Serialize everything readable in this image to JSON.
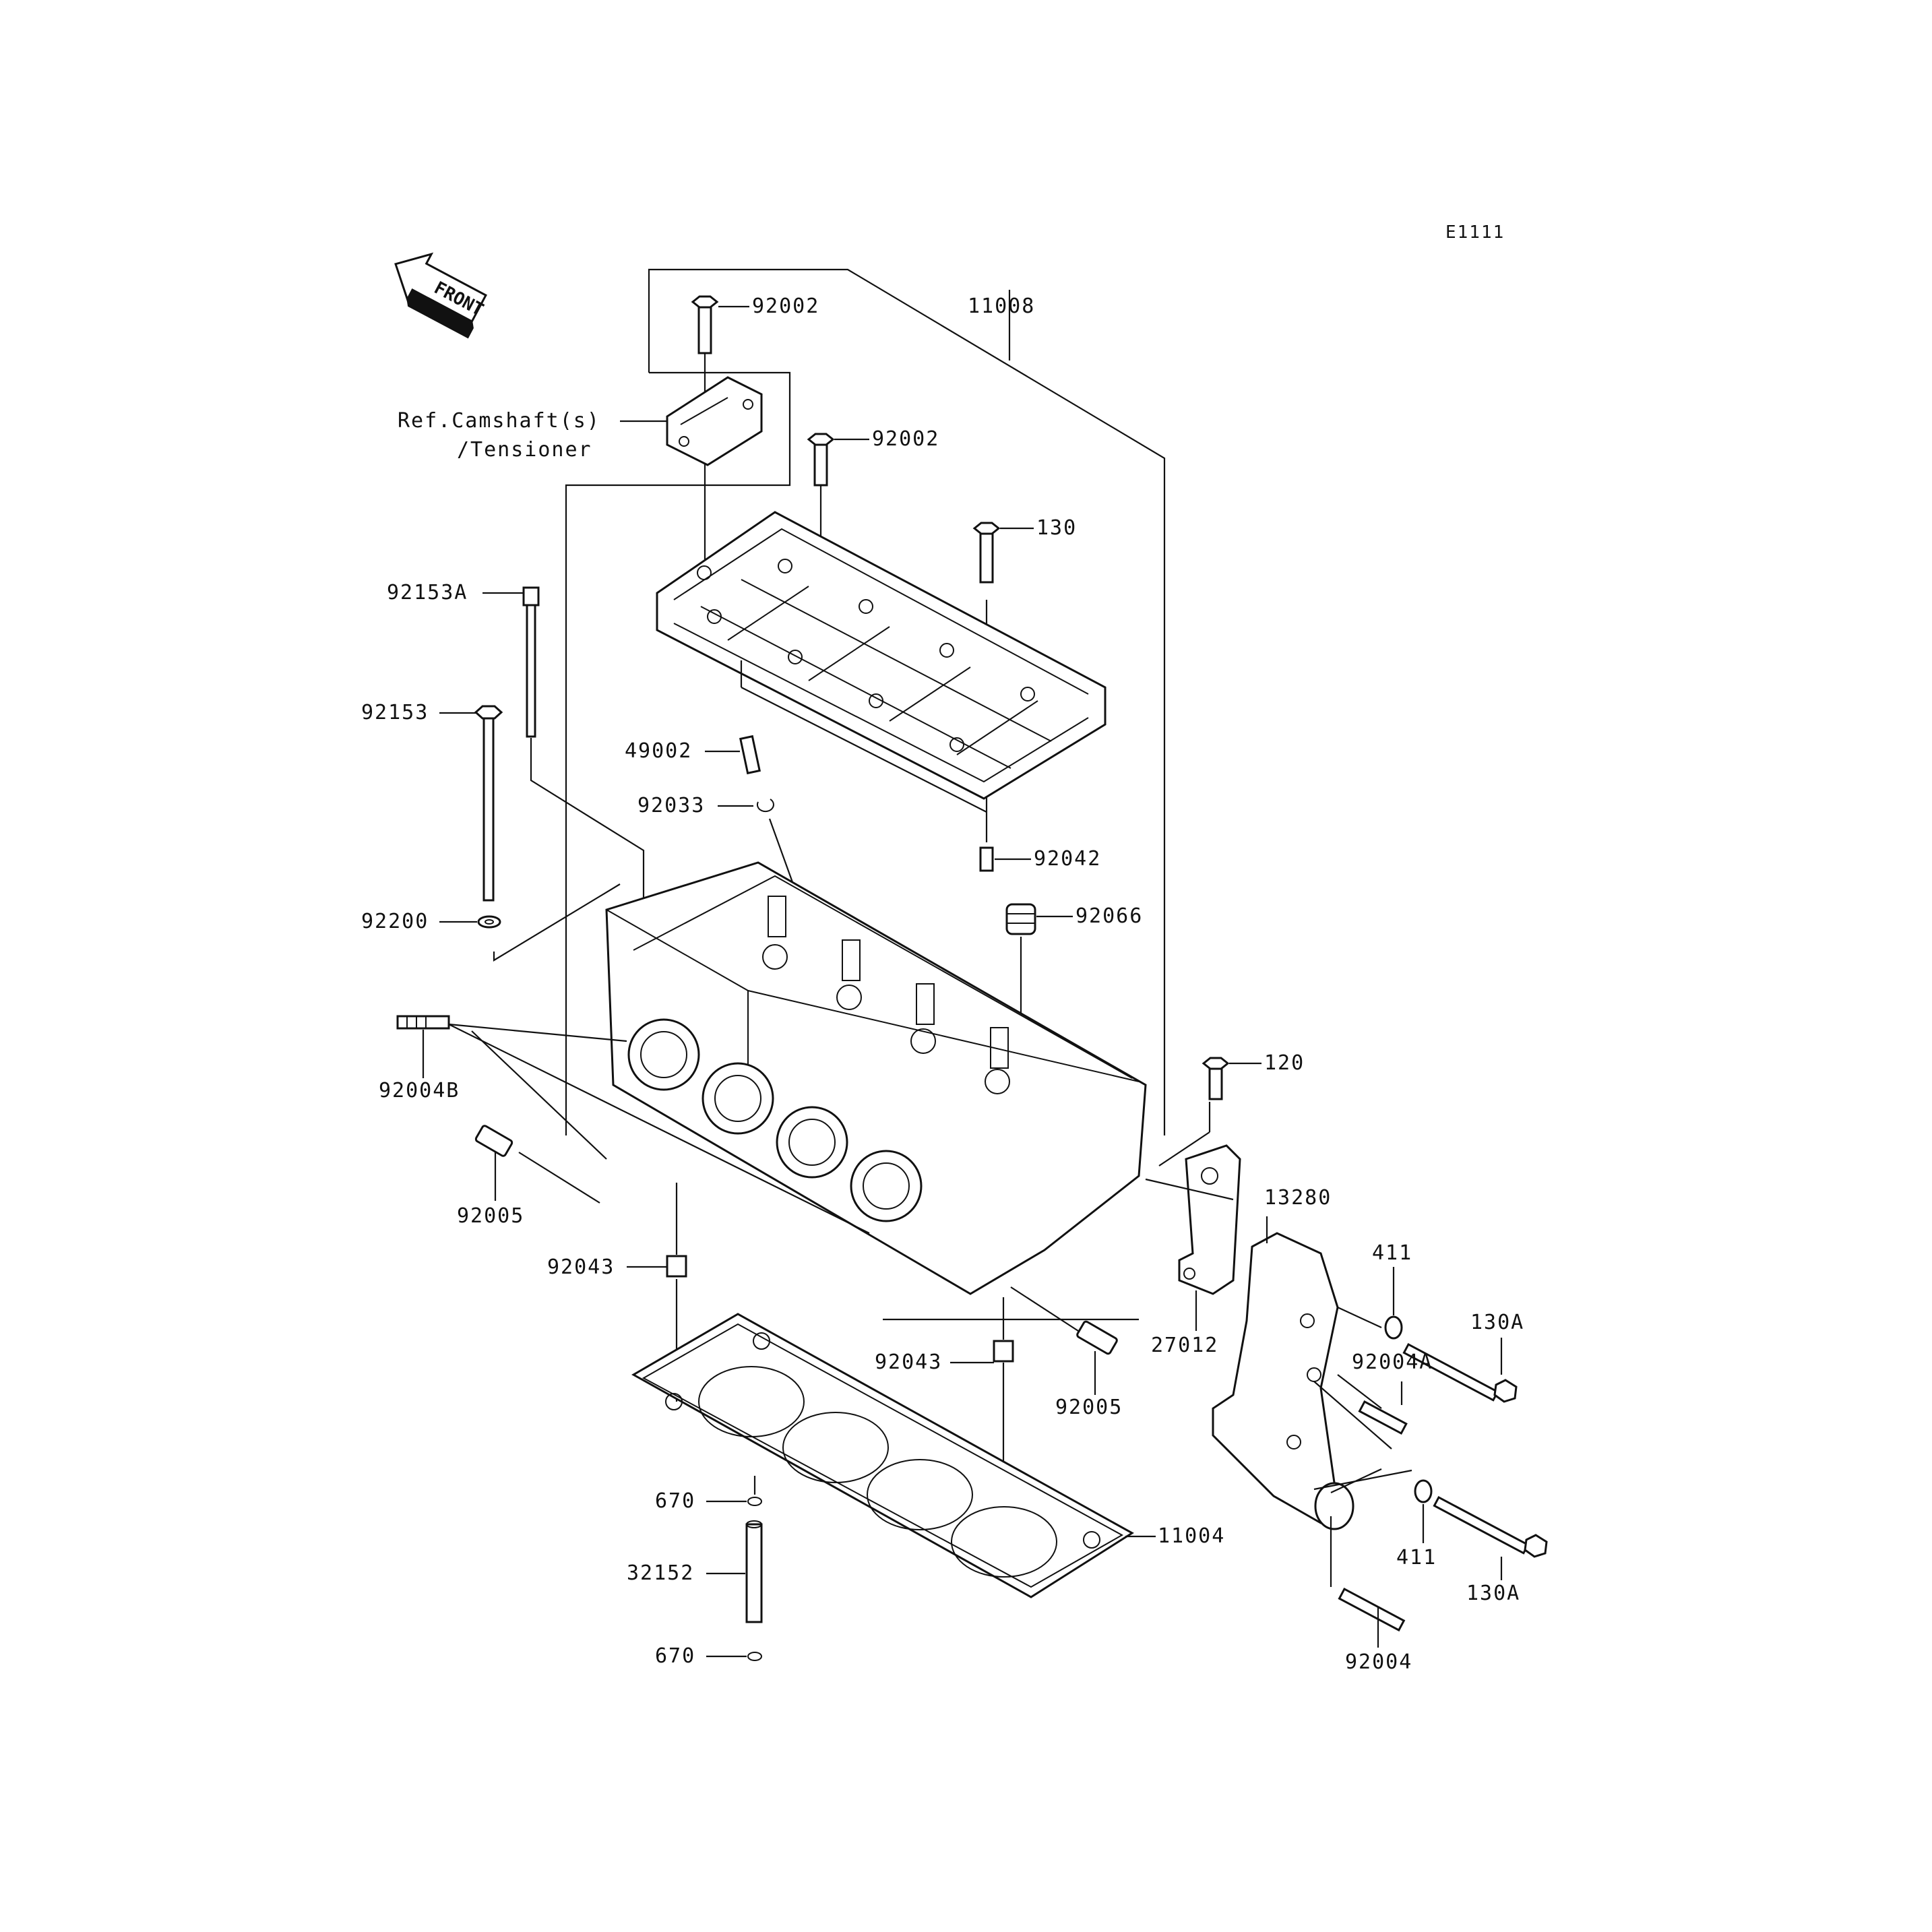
{
  "diagram_code": "E1111",
  "front_arrow_label": "FRONT",
  "reference_note": {
    "line1": "Ref.Camshaft(s)",
    "line2": "/Tensioner"
  },
  "part_labels": {
    "p92002_top": "92002",
    "p11008": "11008",
    "p92002_mid": "92002",
    "p130": "130",
    "p92153A": "92153A",
    "p92153": "92153",
    "p49002": "49002",
    "p92033": "92033",
    "p92042": "92042",
    "p92066": "92066",
    "p92200": "92200",
    "p92004B": "92004B",
    "p120": "120",
    "p92005_left": "92005",
    "p13280": "13280",
    "p411_top": "411",
    "p130A_top": "130A",
    "p92043_left": "92043",
    "p27012": "27012",
    "p92004A": "92004A",
    "p92043_right": "92043",
    "p92005_right": "92005",
    "p670_top": "670",
    "p11004": "11004",
    "p411_bottom": "411",
    "p130A_bottom": "130A",
    "p32152": "32152",
    "p670_bottom": "670",
    "p92004": "92004"
  }
}
